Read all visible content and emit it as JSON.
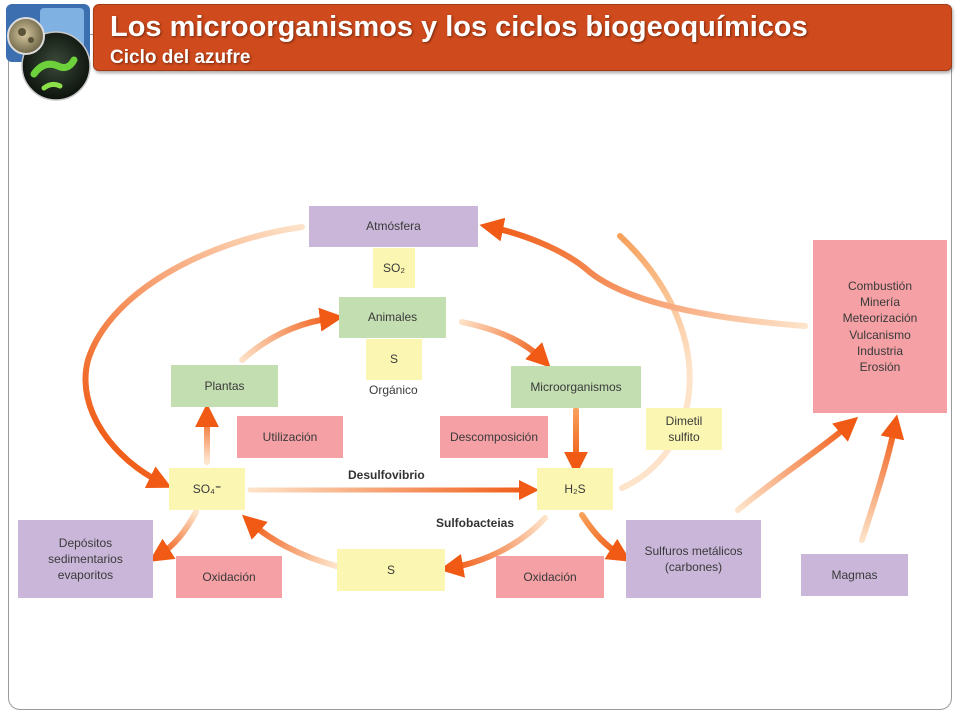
{
  "header": {
    "title": "Los microorganismos y los ciclos biogeoquímicos",
    "subtitle": "Ciclo del azufre"
  },
  "diagram": {
    "nodes": {
      "atmosfera": "Atmósfera",
      "so2": "SO₂",
      "animales": "Animales",
      "s_organico": "S",
      "organico_label": "Orgánico",
      "plantas": "Plantas",
      "microorganismos": "Microorganismos",
      "utilizacion": "Utilización",
      "descomposicion": "Descomposición",
      "dimetil_sulfito": "Dimetil\nsulfito",
      "so4": "SO₄⁼",
      "h2s": "H₂S",
      "desulfovibrio": "Desulfovibrio",
      "sulfobacteias": "Sulfobacteias",
      "depositos": "Depósitos\nsedimentarios\nevaporitos",
      "oxidacion_left": "Oxidación",
      "s_middle": "S",
      "oxidacion_right": "Oxidación",
      "sulfuros": "Sulfuros metálicos\n(carbones)",
      "magmas": "Magmas",
      "fuentes": "Combustión\nMinería\nMeteorización\nVulcanismo\nIndustria\nErosión"
    }
  },
  "colors": {
    "title_bar": "#cf4a1c",
    "arrow": "#f05a14",
    "purple_box": "#c9b6d9",
    "green_box": "#c3deb1",
    "pink_box": "#f4a0a4",
    "yellow_box": "#fbf6b2"
  }
}
